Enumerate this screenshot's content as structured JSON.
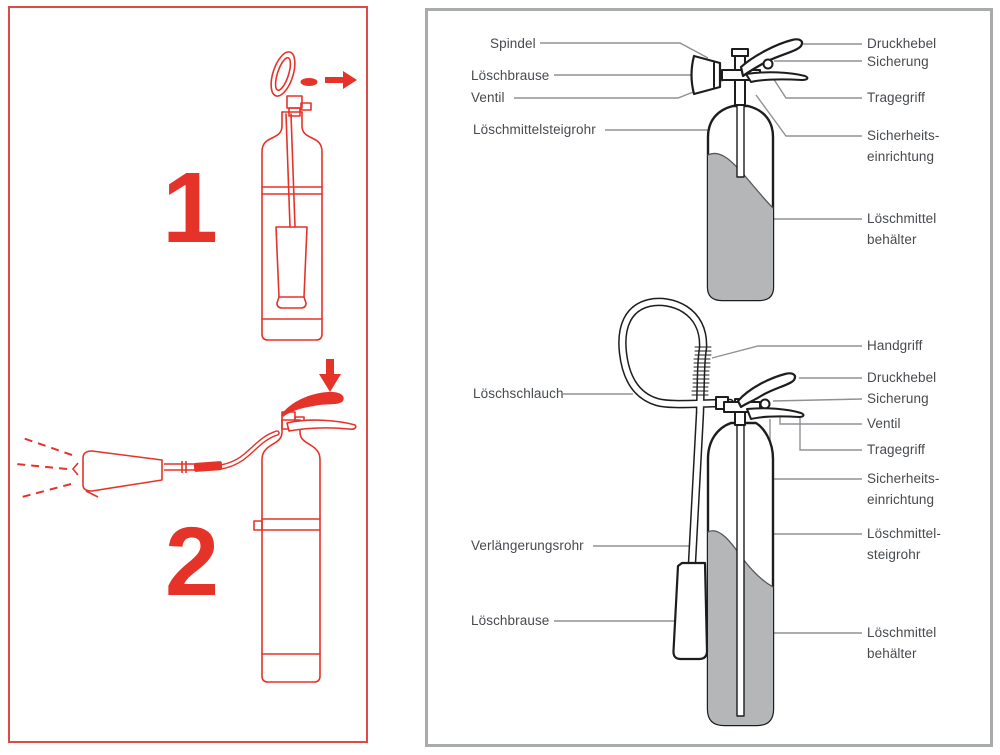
{
  "left_panel": {
    "steps": [
      {
        "number": "1"
      },
      {
        "number": "2"
      }
    ],
    "accent_color": "#e5332a"
  },
  "right_panel": {
    "top_diagram": {
      "labels": [
        {
          "id": "spindel",
          "text": "Spindel"
        },
        {
          "id": "loeschbrause",
          "text": "Löschbrause"
        },
        {
          "id": "ventil",
          "text": "Ventil"
        },
        {
          "id": "loeschmittelsteigrohr",
          "text": "Löschmittelsteigrohr"
        },
        {
          "id": "druckhebel",
          "text": "Druckhebel"
        },
        {
          "id": "sicherung",
          "text": "Sicherung"
        },
        {
          "id": "tragegriff",
          "text": "Tragegriff"
        },
        {
          "id": "sicherheitseinrichtung",
          "text": "Sicherheits-\neinrichtung"
        },
        {
          "id": "loeschmittelbehaelter",
          "text": "Löschmittel\nbehälter"
        }
      ]
    },
    "bottom_diagram": {
      "labels": [
        {
          "id": "handgriff",
          "text": "Handgriff"
        },
        {
          "id": "loeschschlauch",
          "text": "Löschschlauch"
        },
        {
          "id": "druckhebel",
          "text": "Druckhebel"
        },
        {
          "id": "sicherung",
          "text": "Sicherung"
        },
        {
          "id": "ventil",
          "text": "Ventil"
        },
        {
          "id": "tragegriff",
          "text": "Tragegriff"
        },
        {
          "id": "sicherheitseinrichtung",
          "text": "Sicherheits-\neinrichtung"
        },
        {
          "id": "loeschmittelsteigrohr",
          "text": "Löschmittel-\nsteigrohr"
        },
        {
          "id": "verlaengerungsrohr",
          "text": "Verlängerungsrohr"
        },
        {
          "id": "loeschbrause",
          "text": "Löschbrause"
        },
        {
          "id": "loeschmittelbehaelter",
          "text": "Löschmittel\nbehälter"
        }
      ]
    }
  },
  "colors": {
    "accent_red": "#e5332a",
    "fill_gray": "#b5b6b8",
    "outline_dark": "#1d1d1f",
    "leader_gray": "#8f9295",
    "label_text": "#474a4e",
    "panel_border_gray": "#a8abad",
    "panel_border_red": "#dd4b44"
  }
}
